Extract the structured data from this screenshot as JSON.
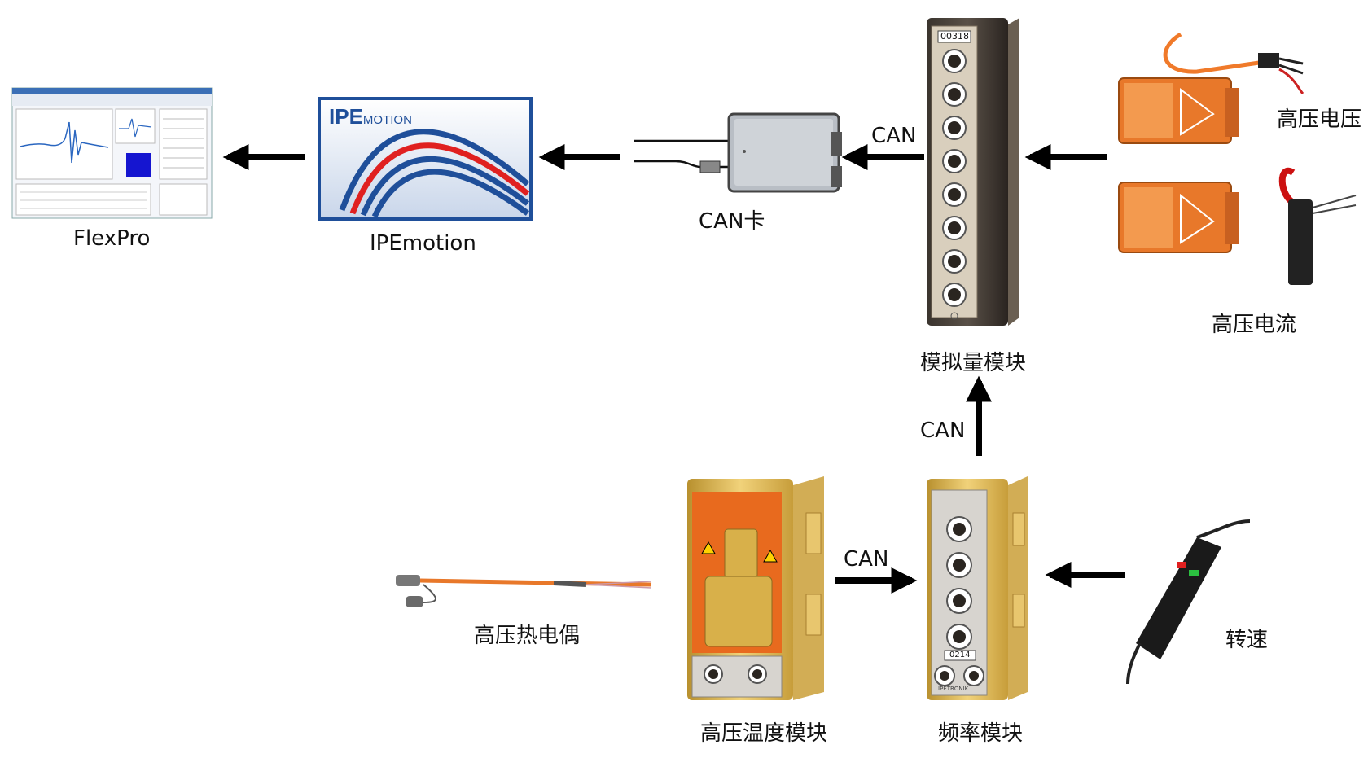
{
  "labels": {
    "flexpro": "FlexPro",
    "ipemotion": "IPEmotion",
    "can_card": "CAN卡",
    "analog_module": "模拟量模块",
    "hv_voltage": "高压电压",
    "hv_current": "高压电流",
    "hv_thermocouple": "高压热电偶",
    "hv_temp_module": "高压温度模块",
    "freq_module": "频率模块",
    "speed": "转速"
  },
  "links": {
    "can_top": "CAN",
    "can_vertical": "CAN",
    "can_bottom": "CAN"
  },
  "logo": {
    "ipe": "IPE",
    "motion": "MOTION"
  },
  "device_text": {
    "analog_module_id": "00318",
    "freq_module_id": "0214",
    "brand": "IPETRONIK"
  },
  "colors": {
    "arrow": "#000000",
    "ipe_blue": "#1f4f9a",
    "curve_red": "#e02020",
    "gold": "#d8b04a",
    "orange": "#e8782a",
    "dark_device": "#2a2622"
  }
}
